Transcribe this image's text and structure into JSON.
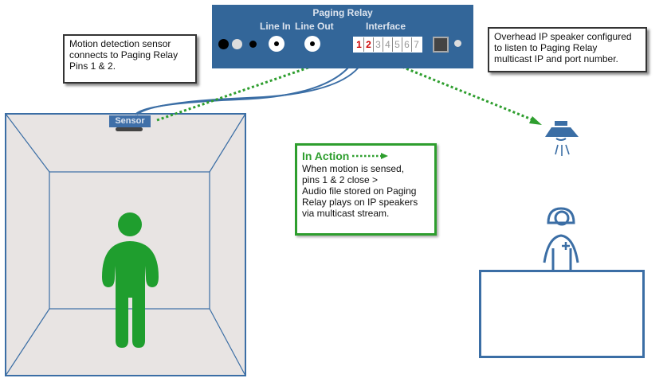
{
  "relay": {
    "title": "Paging Relay",
    "line_in_label": "Line In",
    "line_out_label": "Line Out",
    "interface_label": "Interface",
    "pins": [
      "1",
      "2",
      "3",
      "4",
      "5",
      "6",
      "7"
    ],
    "active_pins": [
      "1",
      "2"
    ]
  },
  "callouts": {
    "sensor_note": [
      "Motion detection sensor",
      "connects to Paging Relay",
      "Pins 1 & 2."
    ],
    "speaker_note": [
      "Overhead IP speaker configured",
      "to listen to Paging Relay",
      "multicast IP and port number."
    ]
  },
  "in_action": {
    "heading": "In Action",
    "lines": [
      "When motion is sensed,",
      "pins 1 & 2 close >",
      "Audio file stored on Paging",
      "Relay plays on IP speakers",
      "via multicast stream."
    ]
  },
  "sensor": {
    "label": "Sensor"
  },
  "icons": {
    "person": "person-icon",
    "speaker": "ceiling-speaker-icon",
    "nurse": "nurse-icon"
  },
  "colors": {
    "device_blue": "#336699",
    "line_blue": "#3b6ea5",
    "action_green": "#2e9e2e",
    "person_green": "#1f9e2e",
    "pin_red": "#cc0000",
    "room_fill": "#e8e4e3"
  }
}
